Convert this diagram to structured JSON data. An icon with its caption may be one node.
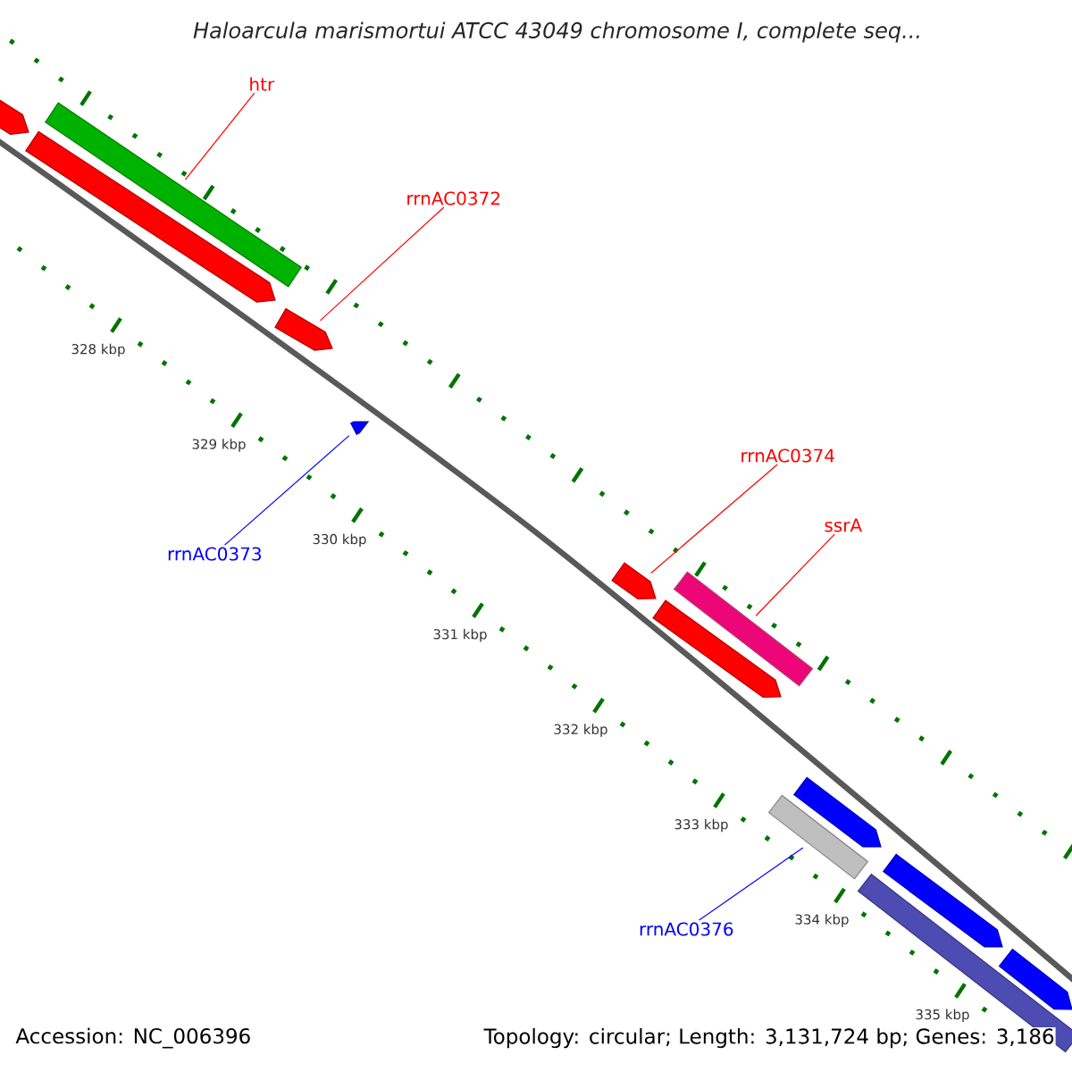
{
  "diagram": {
    "title": "Haloarcula marismortui ATCC 43049 chromosome I, complete seq...",
    "nodes": [
      {
        "text": [
          "htr"
        ]
      },
      {
        "text": [
          "rrnAC0372"
        ]
      },
      {
        "text": [
          "rrnAC0373"
        ]
      },
      {
        "text": [
          "rrnAC0374"
        ]
      },
      {
        "text": [
          "ssrA"
        ]
      },
      {
        "text": [
          "rrnAC0376"
        ]
      },
      {
        "text": [],
        "shape": "box"
      },
      {
        "text": [],
        "shape": "bar"
      },
      {
        "text": [],
        "shape": "box"
      },
      {
        "text": [],
        "shape": "box"
      },
      {
        "text": [],
        "shape": "box"
      },
      {
        "text": [],
        "shape": "box"
      },
      {
        "text": [],
        "shape": "bar"
      },
      {
        "text": [],
        "shape": "box"
      },
      {
        "text": [],
        "shape": "bar"
      },
      {
        "text": [],
        "shape": "box"
      },
      {
        "text": [],
        "shape": "box"
      },
      {
        "text": [],
        "shape": "box"
      },
      {
        "text": [],
        "shape": "bar"
      }
    ],
    "edges": [
      {
        "from": 0,
        "to": 7,
        "arrow": "none"
      },
      {
        "from": 1,
        "to": 9,
        "arrow": "none"
      },
      {
        "from": 2,
        "to": 10,
        "arrow": "none",
        "color": "#0000ff"
      },
      {
        "from": 3,
        "to": 11,
        "arrow": "none"
      },
      {
        "from": 4,
        "to": 12,
        "arrow": "none"
      },
      {
        "from": 5,
        "to": 14,
        "arrow": "none",
        "color": "#0000ff"
      }
    ],
    "labels": [
      "328 kbp",
      "329 kbp",
      "330 kbp",
      "331 kbp",
      "332 kbp",
      "333 kbp",
      "334 kbp",
      "335 kbp",
      "Accession: NC_006396",
      "Topology: circular; Length: 3,131,724 bp; Genes: 3,186"
    ]
  }
}
